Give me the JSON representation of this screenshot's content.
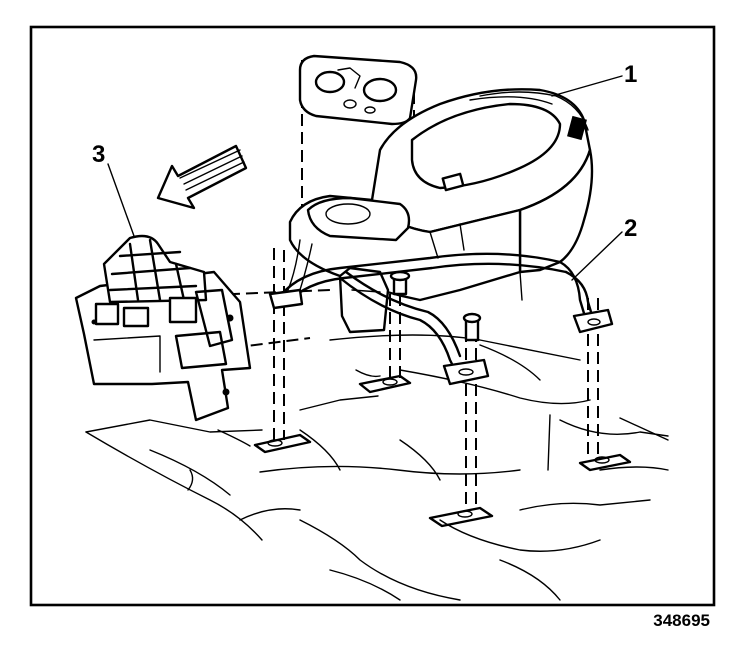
{
  "callouts": {
    "c1": "1",
    "c2": "2",
    "c3": "3"
  },
  "figure_id": "348695",
  "colors": {
    "ink": "#000000",
    "paper": "#ffffff"
  }
}
